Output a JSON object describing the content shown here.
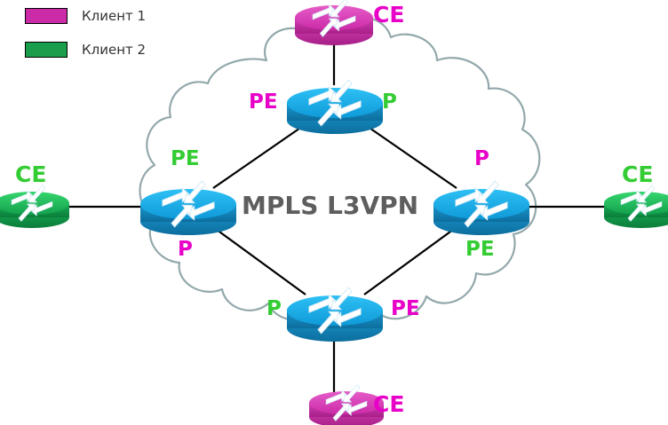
{
  "diagram": {
    "title_center": "MPLS L3VPN",
    "cloud_stroke": "#93a8ac",
    "link_color": "#000000",
    "colors": {
      "client1": "#cc2ba8",
      "client2": "#1a9e4b",
      "client1_label": "#e800c8",
      "client2_label": "#33cc33",
      "router_top": "#19a8e8",
      "router_body": "#1080b8",
      "center_text": "#5e5e5e"
    }
  },
  "legend": {
    "items": [
      {
        "label": "Клиент 1",
        "color": "#cc2ba8",
        "name": "client-1"
      },
      {
        "label": "Клиент 2",
        "color": "#1a9e4b",
        "name": "client-2"
      }
    ]
  },
  "ce_routers": {
    "top": {
      "label": "CE",
      "color": "client1"
    },
    "bottom": {
      "label": "CE",
      "color": "client1"
    },
    "left": {
      "label": "CE",
      "color": "client2"
    },
    "right": {
      "label": "CE",
      "color": "client2"
    }
  },
  "provider_routers": {
    "top": {
      "left_label": "PE",
      "right_label": "P"
    },
    "left": {
      "top_label": "PE",
      "bottom_label": "P"
    },
    "right": {
      "top_label": "P",
      "bottom_label": "PE"
    },
    "bottom": {
      "left_label": "P",
      "right_label": "PE"
    }
  }
}
